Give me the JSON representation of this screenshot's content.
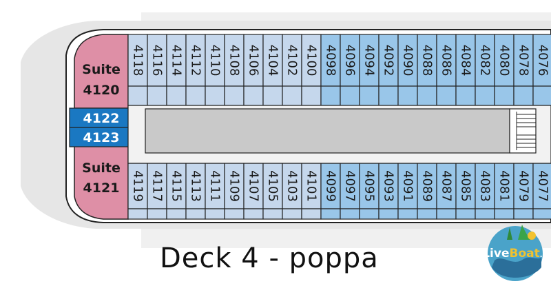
{
  "title": "Deck 4 - poppa",
  "top_row": [
    "4118",
    "4116",
    "4114",
    "4112",
    "4110",
    "4108",
    "4106",
    "4104",
    "4102",
    "4100",
    "4098",
    "4096",
    "4094",
    "4092",
    "4090",
    "4088",
    "4086",
    "4084",
    "4082",
    "4080",
    "4078",
    "4076"
  ],
  "bottom_row": [
    "4119",
    "4117",
    "4115",
    "4113",
    "4111",
    "4109",
    "4107",
    "4105",
    "4103",
    "4101",
    "4099",
    "4097",
    "4095",
    "4093",
    "4091",
    "4089",
    "4087",
    "4085",
    "4083",
    "4081",
    "4079",
    "4077"
  ],
  "suites": [
    {
      "line1": "Suite",
      "line2": "4120"
    },
    {
      "line1": "Suite",
      "line2": "4121"
    }
  ],
  "inside_cabins": [
    "4122",
    "4123"
  ],
  "logo": {
    "part1": "Live",
    "part2": "Boat",
    "suffix": ".it"
  },
  "colors": {
    "hull": "#e6e6e6",
    "shade": "#f0f0f0",
    "cabin_light": "#c5d7ec",
    "cabin_medium": "#99c6e9",
    "suite": "#de8fa6",
    "inside": "#1a78c2",
    "corridor": "#f2f2f2",
    "core": "#c9c9c9"
  }
}
